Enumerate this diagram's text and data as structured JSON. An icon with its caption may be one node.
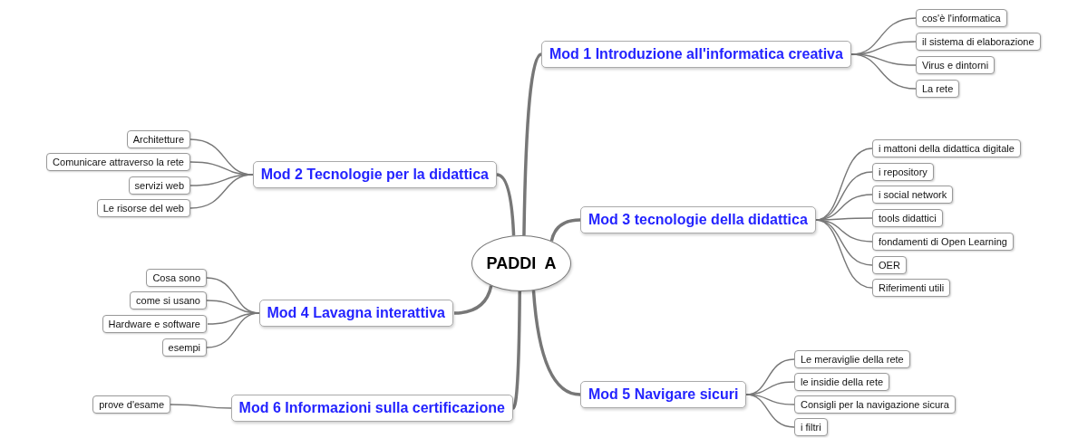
{
  "diagram": {
    "nodes": [
      {
        "text": [
          "PADDI  A"
        ]
      },
      {
        "text": [
          "Mod 1 Introduzione all'informatica creativa"
        ]
      },
      {
        "text": [
          "cos'è l'informatica"
        ]
      },
      {
        "text": [
          "il sistema di elaborazione"
        ]
      },
      {
        "text": [
          "Virus e dintorni"
        ]
      },
      {
        "text": [
          "La rete"
        ]
      },
      {
        "text": [
          "Mod 2 Tecnologie per la didattica"
        ]
      },
      {
        "text": [
          "Architetture"
        ]
      },
      {
        "text": [
          "Comunicare attraverso la rete"
        ]
      },
      {
        "text": [
          "servizi web"
        ]
      },
      {
        "text": [
          "Le risorse del web"
        ]
      },
      {
        "text": [
          "Mod 3 tecnologie della didattica"
        ]
      },
      {
        "text": [
          "i mattoni della didattica digitale"
        ]
      },
      {
        "text": [
          "i repository"
        ]
      },
      {
        "text": [
          "i social network"
        ]
      },
      {
        "text": [
          "tools didattici"
        ]
      },
      {
        "text": [
          "fondamenti di Open Learning"
        ]
      },
      {
        "text": [
          "OER"
        ]
      },
      {
        "text": [
          "Riferimenti utili"
        ]
      },
      {
        "text": [
          "Mod 4 Lavagna interattiva"
        ]
      },
      {
        "text": [
          "Cosa sono"
        ]
      },
      {
        "text": [
          "come si usano"
        ]
      },
      {
        "text": [
          "Hardware e software"
        ]
      },
      {
        "text": [
          "esempi"
        ]
      },
      {
        "text": [
          "Mod 5 Navigare sicuri"
        ]
      },
      {
        "text": [
          "Le meraviglie della rete"
        ]
      },
      {
        "text": [
          "le insidie della rete"
        ]
      },
      {
        "text": [
          "Consigli per la navigazione sicura"
        ]
      },
      {
        "text": [
          "i filtri"
        ]
      },
      {
        "text": [
          "Mod 6 Informazioni sulla certificazione"
        ]
      },
      {
        "text": [
          "prove d'esame"
        ]
      }
    ],
    "edges": [
      {
        "from": 0,
        "to": 1,
        "arrow": "none",
        "style": "thick"
      },
      {
        "from": 1,
        "to": 2,
        "arrow": "none"
      },
      {
        "from": 1,
        "to": 3,
        "arrow": "none"
      },
      {
        "from": 1,
        "to": 4,
        "arrow": "none"
      },
      {
        "from": 1,
        "to": 5,
        "arrow": "none"
      },
      {
        "from": 0,
        "to": 6,
        "arrow": "none",
        "style": "thick"
      },
      {
        "from": 6,
        "to": 7,
        "arrow": "none"
      },
      {
        "from": 6,
        "to": 8,
        "arrow": "none"
      },
      {
        "from": 6,
        "to": 9,
        "arrow": "none"
      },
      {
        "from": 6,
        "to": 10,
        "arrow": "none"
      },
      {
        "from": 0,
        "to": 11,
        "arrow": "none",
        "style": "thick"
      },
      {
        "from": 11,
        "to": 12,
        "arrow": "none"
      },
      {
        "from": 11,
        "to": 13,
        "arrow": "none"
      },
      {
        "from": 11,
        "to": 14,
        "arrow": "none"
      },
      {
        "from": 11,
        "to": 15,
        "arrow": "none"
      },
      {
        "from": 11,
        "to": 16,
        "arrow": "none"
      },
      {
        "from": 11,
        "to": 17,
        "arrow": "none"
      },
      {
        "from": 11,
        "to": 18,
        "arrow": "none"
      },
      {
        "from": 0,
        "to": 19,
        "arrow": "none",
        "style": "thick"
      },
      {
        "from": 19,
        "to": 20,
        "arrow": "none"
      },
      {
        "from": 19,
        "to": 21,
        "arrow": "none"
      },
      {
        "from": 19,
        "to": 22,
        "arrow": "none"
      },
      {
        "from": 19,
        "to": 23,
        "arrow": "none"
      },
      {
        "from": 0,
        "to": 24,
        "arrow": "none",
        "style": "thick"
      },
      {
        "from": 24,
        "to": 25,
        "arrow": "none"
      },
      {
        "from": 24,
        "to": 26,
        "arrow": "none"
      },
      {
        "from": 24,
        "to": 27,
        "arrow": "none"
      },
      {
        "from": 24,
        "to": 28,
        "arrow": "none"
      },
      {
        "from": 0,
        "to": 29,
        "arrow": "none",
        "style": "thick"
      },
      {
        "from": 29,
        "to": 30,
        "arrow": "none"
      }
    ]
  }
}
